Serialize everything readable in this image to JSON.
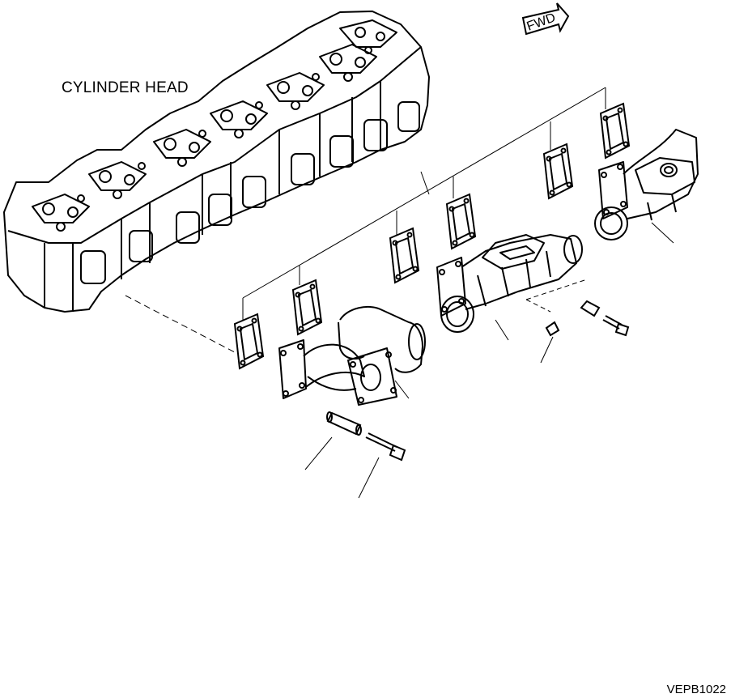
{
  "labels": {
    "cylinder_head": "CYLINDER HEAD",
    "forward_arrow": "FWD",
    "drawing_code": "VEPB1022"
  },
  "colors": {
    "line": "#000000",
    "background": "#ffffff"
  }
}
